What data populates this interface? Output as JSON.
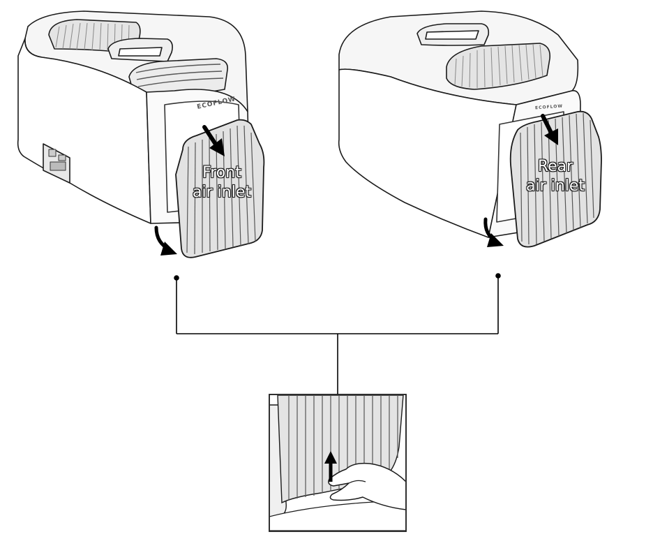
{
  "labels": {
    "front_line1": "Front",
    "front_line2": "air inlet",
    "rear_line1": "Rear",
    "rear_line2": "air inlet"
  },
  "brand": {
    "front": "ECOFLOW",
    "rear": "ECOFLOW"
  },
  "colors": {
    "outline": "#1a1a1a",
    "body_fill": "#ffffff",
    "shade": "#dcdcdc",
    "filter_fill": "#e2e2e2",
    "connector": "#000000"
  }
}
